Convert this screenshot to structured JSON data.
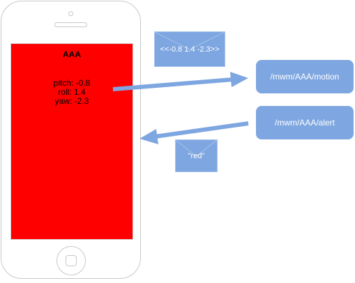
{
  "phone": {
    "screen_title": "AAA",
    "screen_color": "#ff0000",
    "readings": [
      "pitch: -0.8",
      "roll: 1.4",
      "yaw: -2.3"
    ]
  },
  "topics": {
    "motion": "/mwm/AAA/motion",
    "alert": "/mwm/AAA/alert"
  },
  "messages": {
    "motion": "<<-0.8 1.4 -2.3>>",
    "alert": "\"red\""
  },
  "colors": {
    "accent": "#7ea6e0",
    "phone_outline": "#c8c8c8"
  }
}
